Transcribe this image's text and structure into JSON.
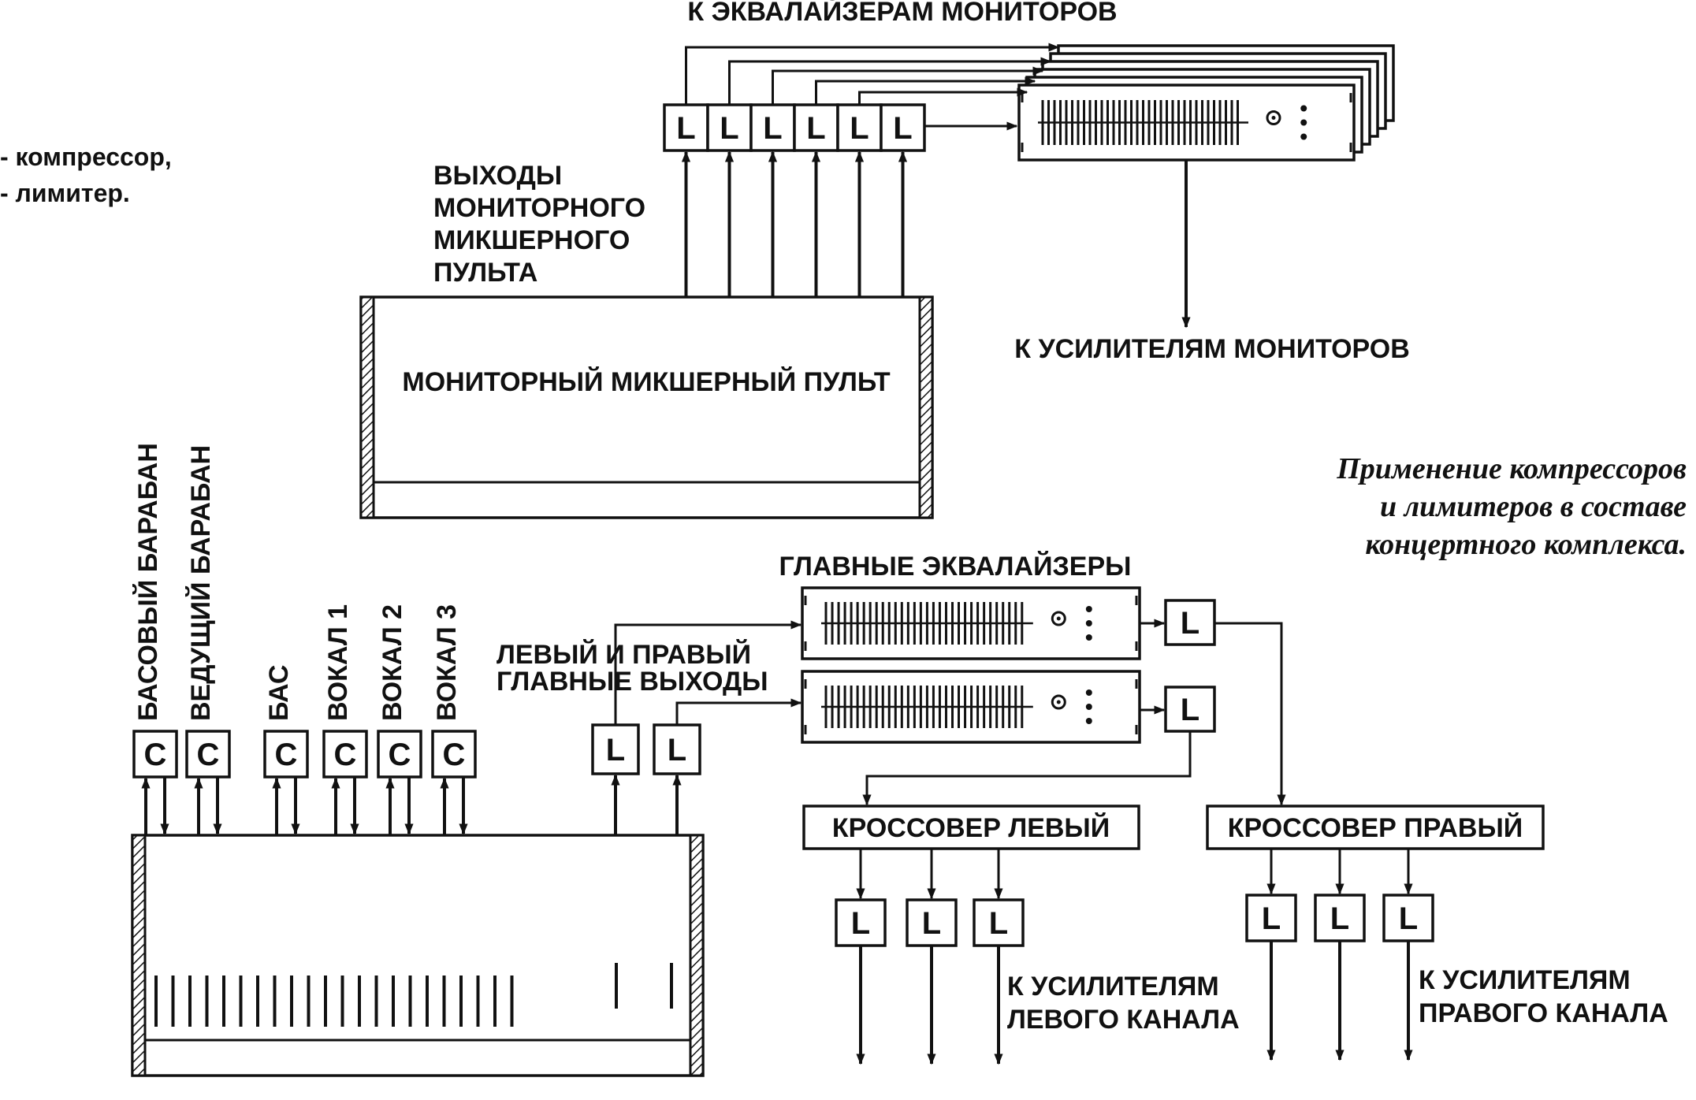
{
  "legend": {
    "compressor": "- компрессор,",
    "limiter": "- лимитер."
  },
  "caption": {
    "line1": "Применение компрессоров",
    "line2": "и лимитеров в составе",
    "line3": "концертного комплекса."
  },
  "monitor": {
    "to_eq": "К ЭКВАЛАЙЗЕРАМ МОНИТОРОВ",
    "outputs_label": [
      "ВЫХОДЫ",
      "МОНИТОРНОГО",
      "МИКШЕРНОГО",
      "ПУЛЬТА"
    ],
    "console_label": "МОНИТОРНЫЙ МИКШЕРНЫЙ ПУЛЬТ",
    "to_amps": "К УСИЛИТЕЛЯМ МОНИТОРОВ",
    "limiter_letters": [
      "L",
      "L",
      "L",
      "L",
      "L",
      "L"
    ]
  },
  "main": {
    "channels": [
      "БАСОВЫЙ БАРАБАН",
      "ВЕДУЩИЙ БАРАБАН",
      "БАС",
      "ВОКАЛ 1",
      "ВОКАЛ 2",
      "ВОКАЛ 3"
    ],
    "compressor_letters": [
      "C",
      "C",
      "C",
      "C",
      "C",
      "C"
    ],
    "outputs_label": [
      "ЛЕВЫЙ И ПРАВЫЙ",
      "ГЛАВНЫЕ ВЫХОДЫ"
    ],
    "output_limiters": [
      "L",
      "L"
    ],
    "main_eq_label": "ГЛАВНЫЕ ЭКВАЛАЙЗЕРЫ",
    "eq_limiters": [
      "L",
      "L"
    ],
    "crossover_left": "КРОССОВЕР ЛЕВЫЙ",
    "crossover_right": "КРОССОВЕР ПРАВЫЙ",
    "left_limiters": [
      "L",
      "L",
      "L"
    ],
    "right_limiters": [
      "L",
      "L",
      "L"
    ],
    "to_left": [
      "К УСИЛИТЕЛЯМ",
      "ЛЕВОГО КАНАЛА"
    ],
    "to_right": [
      "К УСИЛИТЕЛЯМ",
      "ПРАВОГО КАНАЛА"
    ]
  }
}
